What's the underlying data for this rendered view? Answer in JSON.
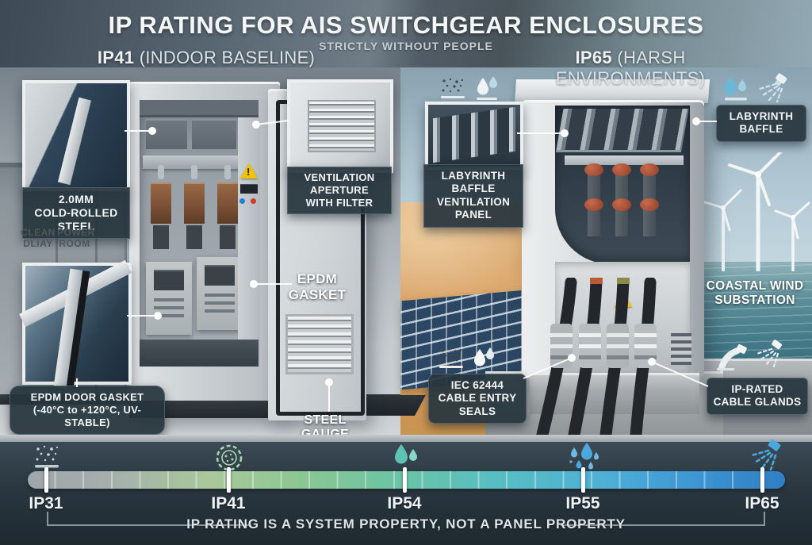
{
  "header": {
    "title": "IP RATING FOR AIS SWITCHGEAR ENCLOSURES",
    "subtitle": "STRICTLY WITHOUT PEOPLE",
    "left": {
      "code": "IP41",
      "name": "(INDOOR BASELINE)"
    },
    "right": {
      "code": "IP65",
      "name": "(HARSH ENVIRONMENTS)"
    }
  },
  "left_panel": {
    "steel_callout": "2.0MM\nCOLD-ROLLED STEEL",
    "room_sign_left": "CLEAN\nDLIAY",
    "room_sign_right": "POWER\nROOM",
    "door_gasket_callout": "EPDM DOOR GASKET\n(-40°C to +120°C, UV-STABLE)",
    "vent_callout": "VENTILATION\nAPERTURE\nWITH FILTER",
    "epdm_gasket_label": "EPDM\nGASKET",
    "steel_gauge_label": "STEEL GAUGE"
  },
  "right_panel": {
    "baffle_panel_callout": "LABYRINTH\nBAFFLE\nVENTILATION\nPANEL",
    "baffle_callout": "LABYRINTH\nBAFFLE",
    "coastal_label": "COASTAL WIND\nSUBSTATION",
    "cable_seals_callout": "IEC 62444\nCABLE ENTRY\nSEALS",
    "cable_glands_callout": "IP-RATED\nCABLE GLANDS"
  },
  "scale": {
    "points": [
      {
        "label": "IP31",
        "icon": "dust-icon"
      },
      {
        "label": "IP41",
        "icon": "dust-badge-icon"
      },
      {
        "label": "IP54",
        "icon": "water-drops-icon"
      },
      {
        "label": "IP55",
        "icon": "rain-drops-icon"
      },
      {
        "label": "IP65",
        "icon": "water-jet-icon"
      }
    ],
    "caption": "IP RATING IS A SYSTEM PROPERTY, NOT A PANEL PROPERTY",
    "gradient_stops": [
      "#9fa6aa",
      "#a9c79b",
      "#6cc4a4",
      "#4fb0d6",
      "#2f7fc4"
    ]
  },
  "colors": {
    "callout_box": "#27353d",
    "callout_text": "#f2f5f6",
    "scale_tick": "#ffffff"
  }
}
